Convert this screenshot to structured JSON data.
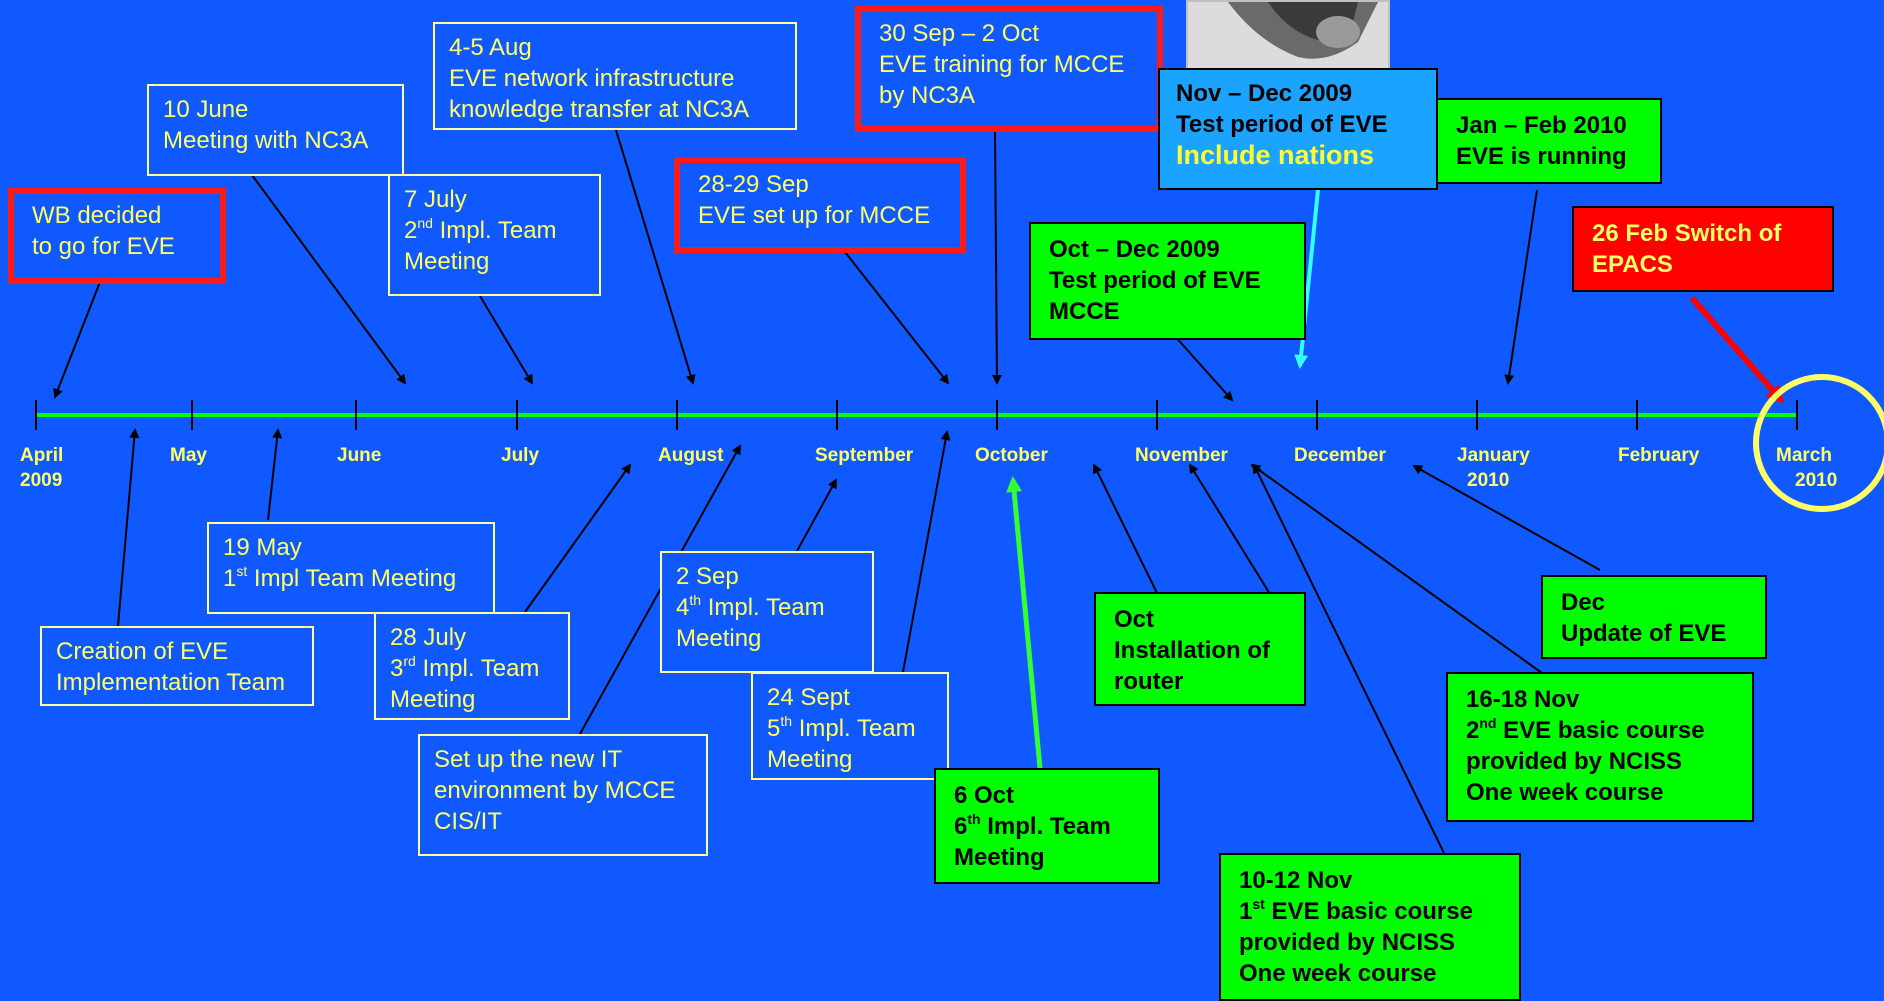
{
  "timeline": {
    "months": [
      {
        "label": "April",
        "year": "2009"
      },
      {
        "label": "May",
        "year": ""
      },
      {
        "label": "June",
        "year": ""
      },
      {
        "label": "July",
        "year": ""
      },
      {
        "label": "August",
        "year": ""
      },
      {
        "label": "September",
        "year": ""
      },
      {
        "label": "October",
        "year": ""
      },
      {
        "label": "November",
        "year": ""
      },
      {
        "label": "December",
        "year": ""
      },
      {
        "label": "January",
        "year": "2010"
      },
      {
        "label": "February",
        "year": ""
      },
      {
        "label": "March",
        "year": "2010"
      }
    ]
  },
  "events": {
    "wb": [
      "WB decided",
      "to go for EVE"
    ],
    "june10": [
      "10 June",
      "Meeting with NC3A"
    ],
    "july7": [
      "7 July",
      "Impl. Team",
      "Meeting"
    ],
    "aug": [
      "4-5 Aug",
      "EVE network infrastructure",
      "knowledge transfer at NC3A"
    ],
    "sep28": [
      "28-29 Sep",
      "EVE set up for MCCE"
    ],
    "sep30": [
      "30 Sep – 2 Oct",
      "EVE training for MCCE",
      "by NC3A"
    ],
    "novdec": [
      "Nov – Dec 2009",
      "Test period of EVE",
      "Include nations"
    ],
    "janfeb": [
      "Jan – Feb 2010",
      "EVE is running"
    ],
    "feb26": [
      "26 Feb Switch of",
      "EPACS"
    ],
    "octdec": [
      "Oct – Dec 2009",
      "Test period of EVE",
      "MCCE"
    ],
    "creation": [
      "Creation of EVE",
      "Implementation Team"
    ],
    "may19": [
      "19 May",
      "Impl Team Meeting"
    ],
    "july28": [
      "28 July",
      "Impl. Team",
      "Meeting"
    ],
    "setup": [
      "Set up the new IT",
      "environment by MCCE",
      "CIS/IT"
    ],
    "sep2": [
      "2 Sep",
      "Impl. Team",
      "Meeting"
    ],
    "sep24": [
      "24 Sept",
      "Impl. Team",
      "Meeting"
    ],
    "oct6": [
      "6 Oct",
      "Impl. Team",
      "Meeting"
    ],
    "octinst": [
      "Oct",
      "Installation of",
      "router"
    ],
    "dec": [
      "Dec",
      "Update of EVE"
    ],
    "nov16": [
      "16-18 Nov",
      "EVE basic course",
      "provided by NCISS",
      "One week course"
    ],
    "nov10": [
      "10-12 Nov",
      "EVE basic course",
      "provided by NCISS",
      "One week course"
    ]
  },
  "ordinals": {
    "first": "1",
    "first_sup": "st",
    "second": "2",
    "second_sup": "nd",
    "third": "3",
    "third_sup": "rd",
    "fourth": "4",
    "fourth_sup": "th",
    "fifth": "5",
    "fifth_sup": "th",
    "sixth": "6",
    "sixth_sup": "th"
  },
  "colors": {
    "background": "#0f59ff",
    "timeline": "#00ff00",
    "text_yellow": "#ffff66",
    "highlight_red": "#ff1a1a",
    "circle": "#ffff66"
  }
}
